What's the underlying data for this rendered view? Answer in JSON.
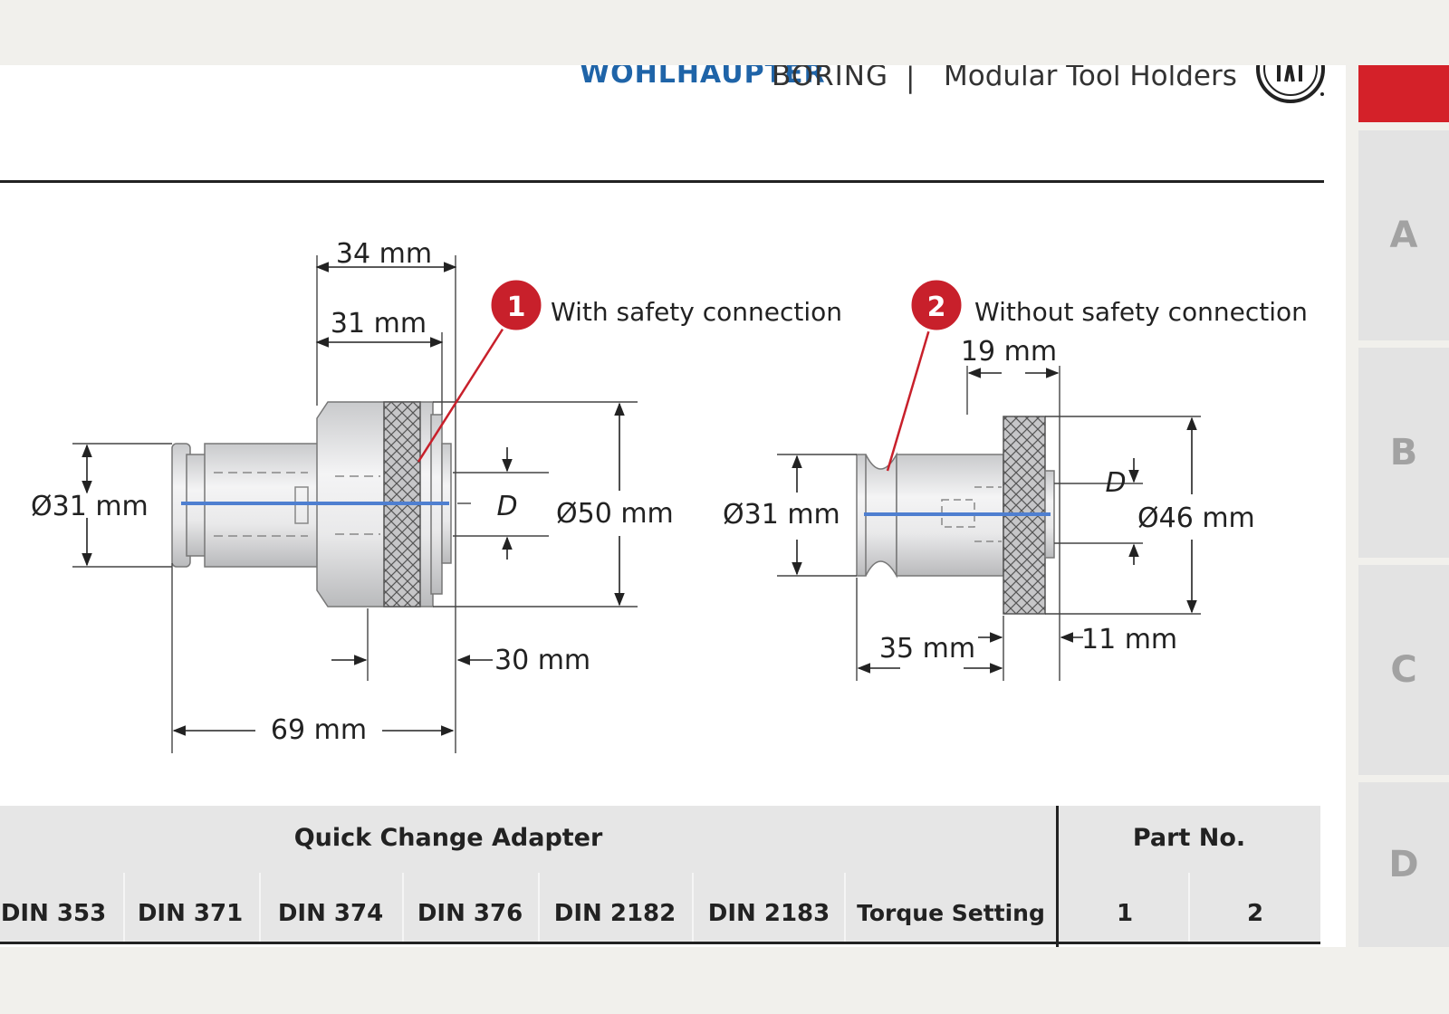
{
  "header": {
    "brand": "WOHLHAUPTER",
    "section": "BORING",
    "separator": "|",
    "product": "Modular Tool Holders"
  },
  "side_tabs": [
    "A",
    "B",
    "C",
    "D"
  ],
  "diagram1": {
    "badge": "1",
    "caption": "With safety connection",
    "dims": {
      "top_outer": "34 mm",
      "top_inner": "31 mm",
      "shank_dia": "Ø31 mm",
      "symbol": "D",
      "head_dia": "Ø50 mm",
      "offset": "30 mm",
      "total": "69 mm"
    }
  },
  "diagram2": {
    "badge": "2",
    "caption": "Without safety connection",
    "dims": {
      "top": "19 mm",
      "shank_dia": "Ø31 mm",
      "symbol": "D",
      "head_dia": "Ø46 mm",
      "length": "35 mm",
      "width": "11 mm"
    }
  },
  "table": {
    "title": "Quick Change Adapter",
    "part_title": "Part No.",
    "columns": [
      "DIN 353",
      "DIN 371",
      "DIN 374",
      "DIN 376",
      "DIN 2182",
      "DIN 2183",
      "Torque Setting"
    ],
    "part_columns": [
      "1",
      "2"
    ]
  },
  "colors": {
    "brand": "#1f64a8",
    "accent_red": "#d42129",
    "tab_gray": "#e3e3e3",
    "axis_blue": "#4f7fd0"
  }
}
